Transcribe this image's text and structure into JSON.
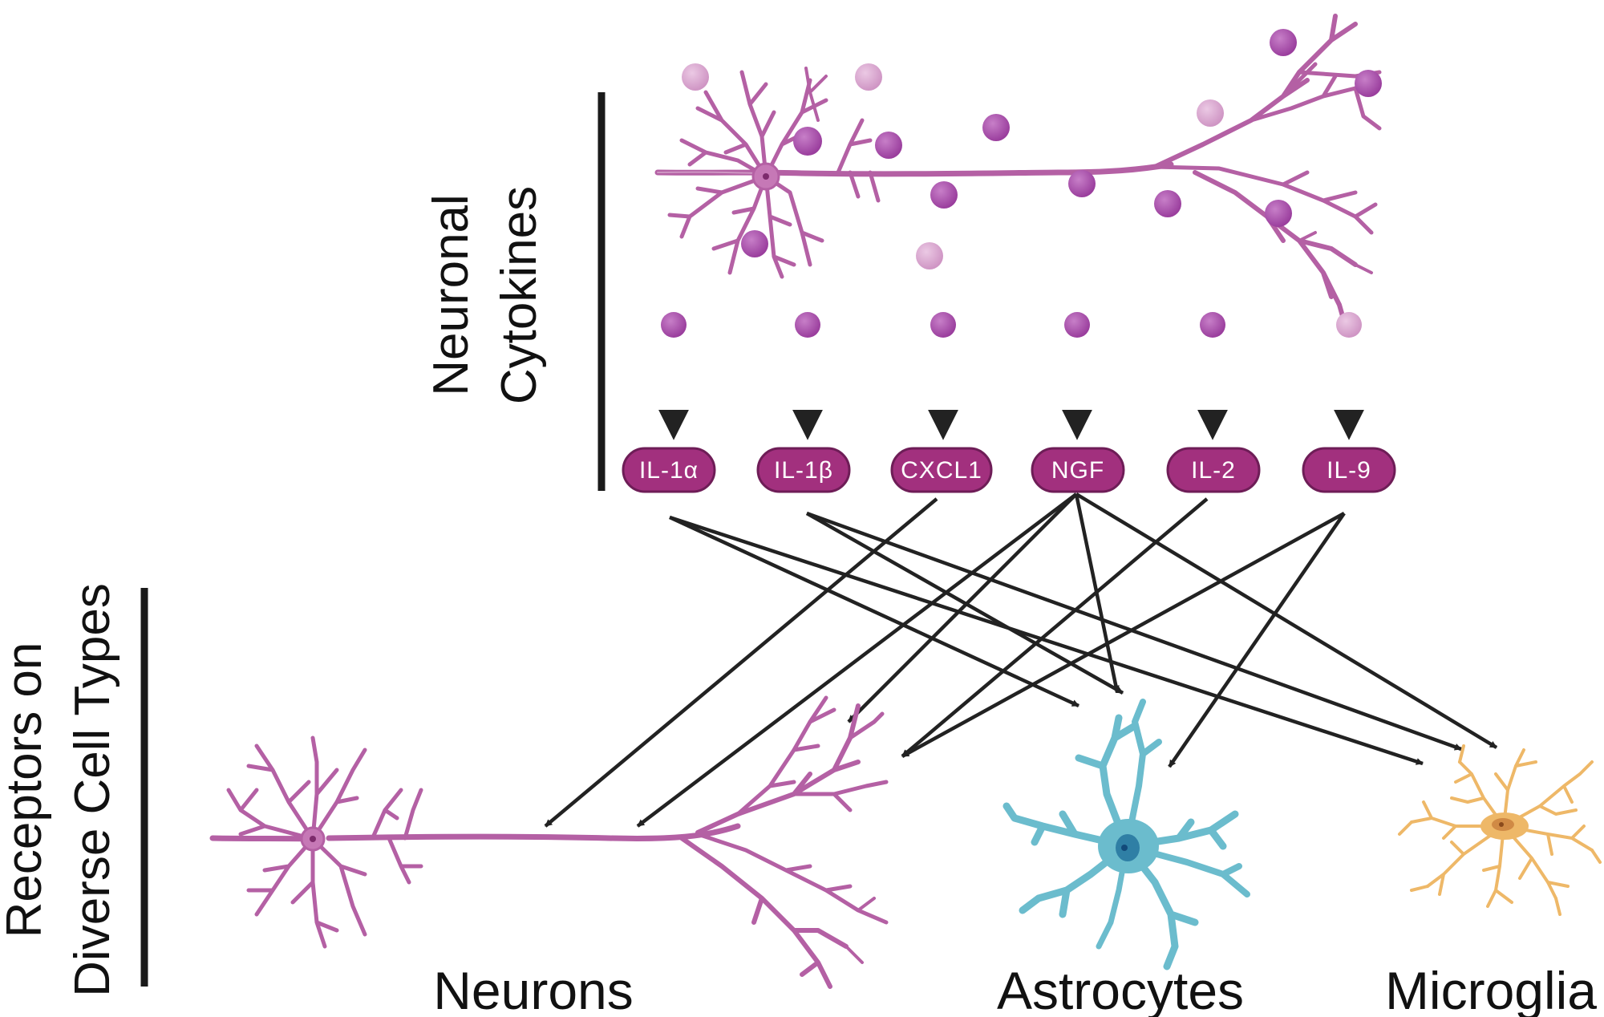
{
  "labels": {
    "neuronal_cytokines": [
      "Neuronal",
      "Cytokines"
    ],
    "receptors": [
      "Receptors on",
      "Diverse Cell Types"
    ]
  },
  "cytokines": [
    "IL-1α",
    "IL-1β",
    "CXCL1",
    "NGF",
    "IL-2",
    "IL-9"
  ],
  "cell_types": [
    "Neurons",
    "Astrocytes",
    "Microglia"
  ],
  "colors": {
    "neuron": "#b460a4",
    "vesicle": "#a54aa8",
    "vesicle_light": "#d7a3cc",
    "pill_fill": "#a2307e",
    "pill_stroke": "#6e1d57",
    "arrow": "#222222",
    "astrocyte": "#6bbccd",
    "astrocyte_nucleus": "#2f7fa5",
    "microglia": "#eeb868",
    "microglia_nucleus": "#d08a45"
  }
}
